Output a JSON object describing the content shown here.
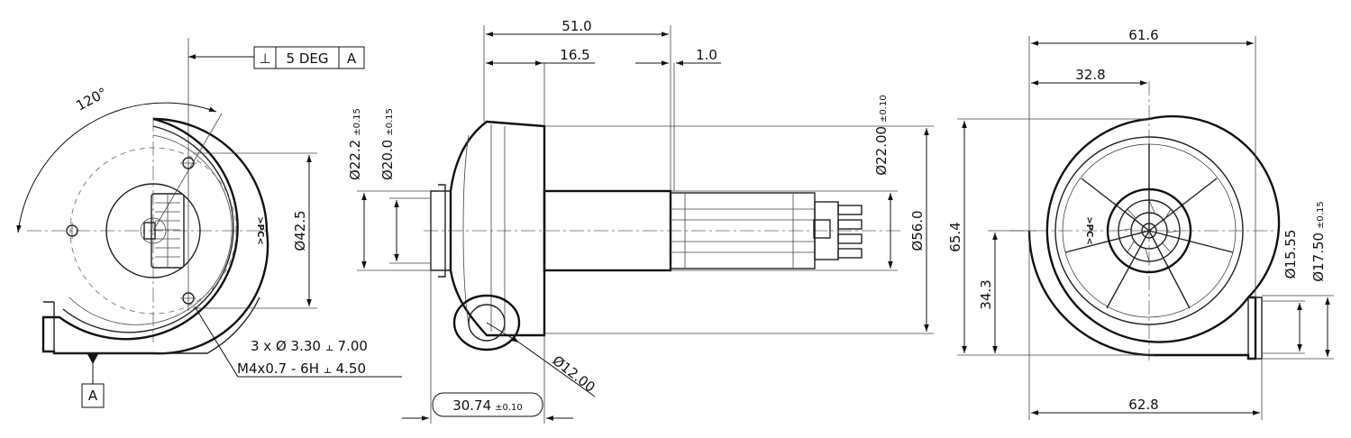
{
  "views": {
    "front": {
      "feature_control": {
        "symbol": "⊥",
        "tolerance": "5 DEG",
        "datum": "A"
      },
      "angle": "120°",
      "bolt_circle": "Ø42.5",
      "marking": ">PC<",
      "hole_note_1": "3 x  Ø 3.30  ⫠ 7.00",
      "hole_note_2": "M4x0.7 - 6H  ⫠ 4.50",
      "datum_label": "A"
    },
    "side": {
      "length_overall": "51.0",
      "length_flange": "16.5",
      "offset": "1.0",
      "dia_22_2": "Ø22.2",
      "dia_22_2_tol": "±0.15",
      "dia_20_0": "Ø20.0",
      "dia_20_0_tol": "±0.15",
      "dia_22_00": "Ø22.00",
      "dia_22_00_tol": "±0.10",
      "dia_56": "Ø56.0",
      "dia_12": "Ø12.00",
      "outlet_offset": "30.74",
      "outlet_offset_tol": "±0.10"
    },
    "rear": {
      "width_top": "61.6",
      "offset_top": "32.8",
      "height": "65.4",
      "center_height": "34.3",
      "dia_15_55": "Ø15.55",
      "dia_17_50": "Ø17.50",
      "dia_17_50_tol": "±0.15",
      "width_bottom": "62.8",
      "marking": ">PC<"
    }
  },
  "icons": [
    "perpendicularity-symbol",
    "depth-symbol",
    "diameter-symbol"
  ]
}
